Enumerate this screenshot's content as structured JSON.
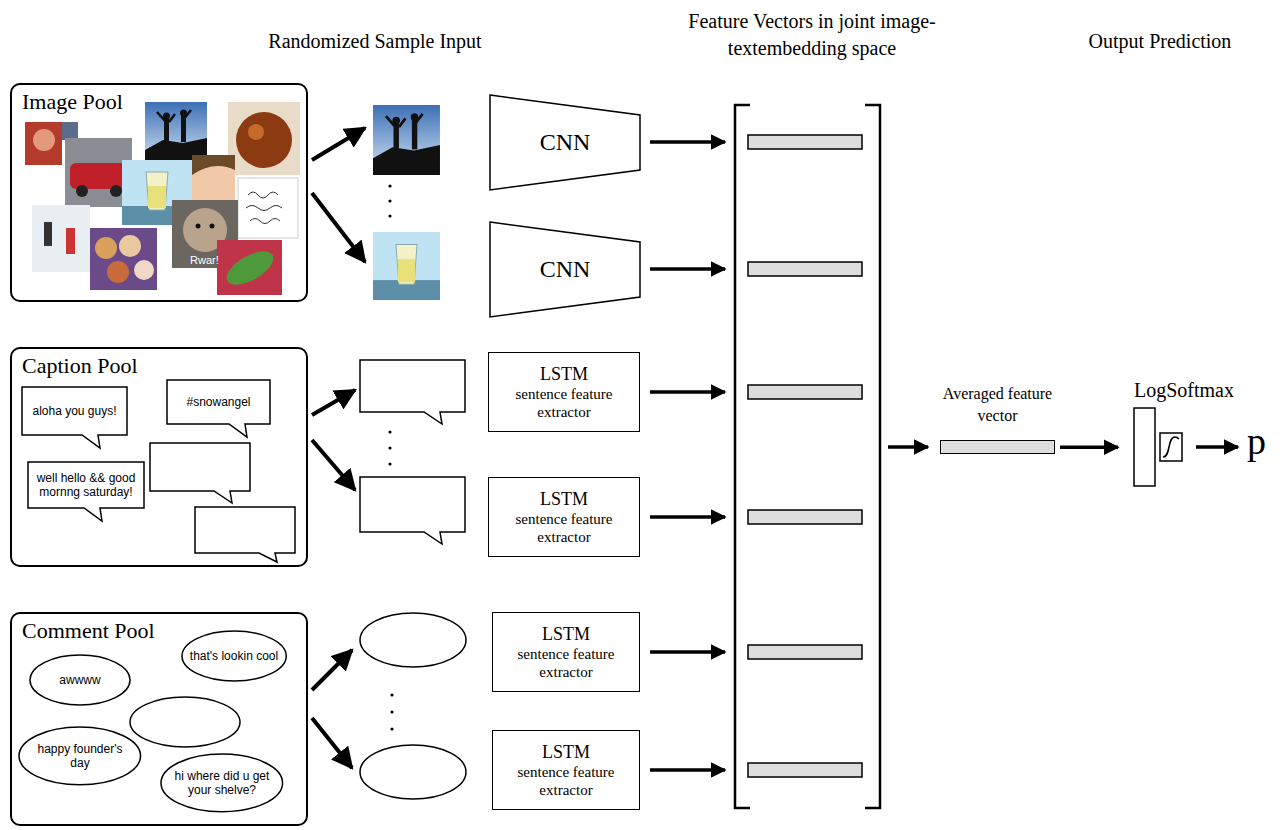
{
  "diagram": {
    "nodes": [
      {
        "text": [
          "Image Pool"
        ]
      },
      {
        "text": [
          "CNN"
        ]
      },
      {
        "text": [
          "CNN"
        ]
      },
      {
        "text": [
          "Caption Pool"
        ]
      },
      {
        "text": [
          "aloha you guys!"
        ],
        "in": 3
      },
      {
        "text": [
          "#snowangel"
        ],
        "in": 3
      },
      {
        "text": [
          "well hello && good mornng saturday!"
        ],
        "in": 3
      },
      {
        "text": [
          "LSTM",
          "sentence feature extractor"
        ]
      },
      {
        "text": [
          "LSTM",
          "sentence feature extractor"
        ]
      },
      {
        "text": [
          "Comment Pool"
        ]
      },
      {
        "text": [
          "awwww"
        ],
        "in": 9
      },
      {
        "text": [
          "that's lookin cool"
        ],
        "in": 9
      },
      {
        "text": [
          "happy founder's day"
        ],
        "in": 9
      },
      {
        "text": [
          "hi where did u get your shelve?"
        ],
        "in": 9
      },
      {
        "text": [
          "LSTM",
          "sentence feature extractor"
        ]
      },
      {
        "text": [
          "LSTM",
          "sentence feature extractor"
        ]
      },
      {
        "text": [
          "Averaged feature vector"
        ]
      },
      {
        "text": [
          "LogSoftmax"
        ]
      }
    ],
    "edges": [
      {
        "from": 16,
        "to": 17,
        "arrow": "to"
      }
    ],
    "labels": [
      "Randomized Sample Input",
      "Feature Vectors in joint image-textembedding space",
      "Output Prediction",
      "Rwar!",
      "p"
    ]
  }
}
